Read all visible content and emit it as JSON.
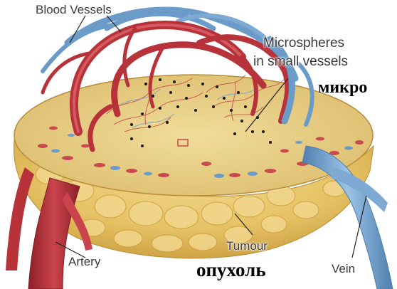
{
  "labels": {
    "blood_vessels": "Blood Vessels",
    "microspheres_line1": "Microspheres",
    "microspheres_line2": "in small vessels",
    "tumour": "Tumour",
    "artery": "Artery",
    "vein": "Vein"
  },
  "russian_labels": {
    "micro": "микро",
    "tumour": "опухоль"
  },
  "colors": {
    "artery": "#b8323a",
    "vein": "#6b9bc9",
    "tumour_body": "#e8c56a",
    "tumour_top": "#ead288",
    "microsphere": "#1a1a1a"
  }
}
